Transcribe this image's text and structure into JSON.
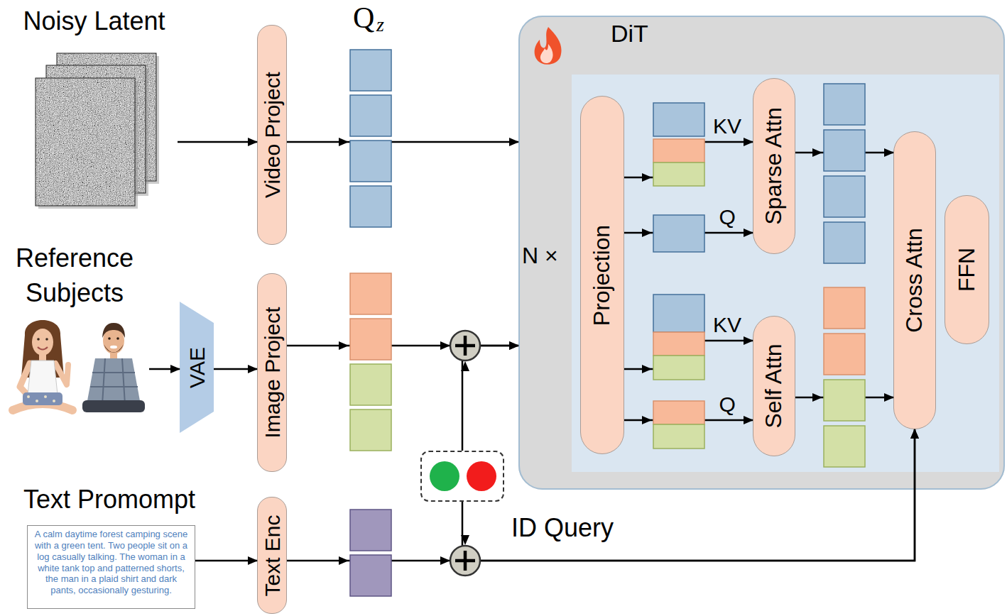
{
  "diagram": {
    "nodes": [
      {
        "text": [
          "Noisy Latent"
        ]
      },
      {
        "text": [
          "Video Project"
        ]
      },
      {
        "text": [
          "Reference Subjects"
        ]
      },
      {
        "text": [
          "VAE"
        ]
      },
      {
        "text": [
          "Image Project"
        ]
      },
      {
        "text": [
          "Text Promompt",
          "A calm daytime forest camping scene with a green tent. Two people sit on a log casually talking. The woman in a white tank top and patterned shorts, the man in a plaid shirt and dark pants, occasionally gesturing."
        ]
      },
      {
        "text": [
          "Text Enc"
        ]
      },
      {
        "text": [
          "ID Query"
        ]
      },
      {
        "text": [
          "DiT",
          "N ×"
        ]
      },
      {
        "text": [
          "Projection"
        ],
        "in": 8
      },
      {
        "text": [
          "Sparse Attn"
        ],
        "in": 8
      },
      {
        "text": [
          "Self Attn"
        ],
        "in": 8
      },
      {
        "text": [
          "Cross Attn"
        ],
        "in": 8
      },
      {
        "text": [
          "FFN"
        ],
        "in": 8
      }
    ],
    "edges": [
      {
        "from": 0,
        "to": 1,
        "arrow": "to"
      },
      {
        "from": 1,
        "to": 8,
        "arrow": "to"
      },
      {
        "from": 2,
        "to": 3,
        "arrow": "to"
      },
      {
        "from": 3,
        "to": 4,
        "arrow": "to"
      },
      {
        "from": 4,
        "to": 8,
        "arrow": "to"
      },
      {
        "from": 7,
        "to": 8,
        "arrow": "to"
      },
      {
        "from": 5,
        "to": 6,
        "arrow": "to"
      },
      {
        "from": 6,
        "to": 12,
        "arrow": "to"
      },
      {
        "from": 7,
        "to": 12,
        "arrow": "to"
      },
      {
        "from": 9,
        "to": 10,
        "label": "KV",
        "arrow": "to"
      },
      {
        "from": 9,
        "to": 10,
        "label": "Q",
        "arrow": "to"
      },
      {
        "from": 9,
        "to": 11,
        "label": "KV",
        "arrow": "to"
      },
      {
        "from": 9,
        "to": 11,
        "label": "Q",
        "arrow": "to"
      },
      {
        "from": 10,
        "to": 12,
        "arrow": "to"
      },
      {
        "from": 11,
        "to": 12,
        "arrow": "to"
      }
    ],
    "labels": [
      "Q",
      "z"
    ]
  }
}
